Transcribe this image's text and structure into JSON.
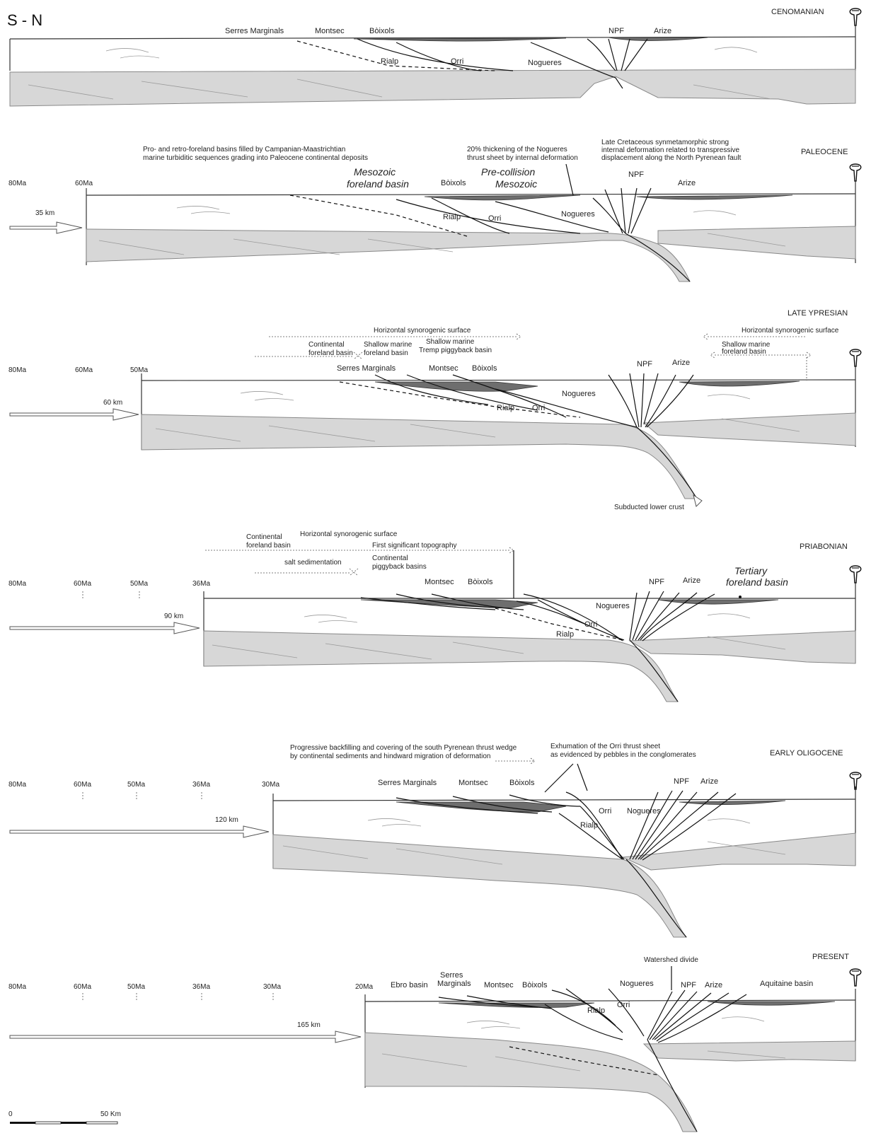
{
  "header": {
    "direction": "S - N"
  },
  "panels": [
    {
      "title": "CENOMANIAN",
      "ages": [],
      "shortening": "",
      "labels": [
        "Serres Marginals",
        "Montsec",
        "Bòixols",
        "NPF",
        "Arize",
        "Rialp",
        "Orri",
        "Nogueres"
      ],
      "notes": []
    },
    {
      "title": "PALEOCENE",
      "ages": [
        "80Ma",
        "60Ma"
      ],
      "shortening": "35 km",
      "labels": [
        "Bòixols",
        "Arize",
        "NPF",
        "Rialp",
        "Orri",
        "Nogueres"
      ],
      "notes": [
        "Pro- and retro-foreland basins filled by Campanian-Maastrichtian",
        "marine turbiditic sequences grading into Paleocene continental deposits",
        "20% thickening of the Nogueres",
        "thrust sheet by internal deformation",
        "Late Cretaceous synmetamorphic strong",
        "internal deformation related to transpressive",
        "displacement along the North Pyrenean fault"
      ],
      "italic_labels": [
        "Mesozoic",
        "foreland basin",
        "Pre-collision",
        "Mesozoic"
      ]
    },
    {
      "title": "LATE YPRESIAN",
      "ages": [
        "80Ma",
        "60Ma",
        "50Ma"
      ],
      "shortening": "60 km",
      "labels": [
        "Serres Marginals",
        "Montsec",
        "Bòixols",
        "NPF",
        "Arize",
        "Nogueres",
        "Rialp",
        "Orri"
      ],
      "notes": [
        "Horizontal synorogenic surface",
        "Continental",
        "foreland basin",
        "Shallow marine",
        "foreland basin",
        "Shallow marine",
        "Tremp piggyback basin",
        "Horizontal synorogenic surface",
        "Shallow marine",
        "foreland basin",
        "Subducted lower crust"
      ]
    },
    {
      "title": "PRIABONIAN",
      "ages": [
        "80Ma",
        "60Ma",
        "50Ma",
        "36Ma"
      ],
      "shortening": "90 km",
      "labels": [
        "Montsec",
        "Bòixols",
        "NPF",
        "Arize",
        "Nogueres",
        "Orri",
        "Rialp"
      ],
      "notes": [
        "Continental",
        "foreland basin",
        "Horizontal synorogenic surface",
        "First significant topography",
        "salt sedimentation",
        "Continental",
        "piggyback basins"
      ],
      "italic_labels": [
        "Tertiary",
        "foreland basin"
      ]
    },
    {
      "title": "EARLY OLIGOCENE",
      "ages": [
        "80Ma",
        "60Ma",
        "50Ma",
        "36Ma",
        "30Ma"
      ],
      "shortening": "120 km",
      "labels": [
        "Serres Marginals",
        "Montsec",
        "Bòixols",
        "NPF",
        "Arize",
        "Orri",
        "Nogueres",
        "Rialp"
      ],
      "notes": [
        "Progressive backfilling and covering of the south Pyrenean thrust wedge",
        "by continental sediments and hindward migration of deformation",
        "Exhumation of the Orri thrust sheet",
        "as evidenced by pebbles in the conglomerates"
      ]
    },
    {
      "title": "PRESENT",
      "ages": [
        "80Ma",
        "60Ma",
        "50Ma",
        "36Ma",
        "30Ma",
        "20Ma"
      ],
      "shortening": "165 km",
      "labels": [
        "Ebro basin",
        "Serres",
        "Marginals",
        "Montsec",
        "Bòixols",
        "Nogueres",
        "NPF",
        "Arize",
        "Aquitaine basin",
        "Rialp",
        "Orri"
      ],
      "notes": [
        "Watershed divide"
      ]
    }
  ],
  "scale": {
    "start": "0",
    "end": "50 Km"
  }
}
